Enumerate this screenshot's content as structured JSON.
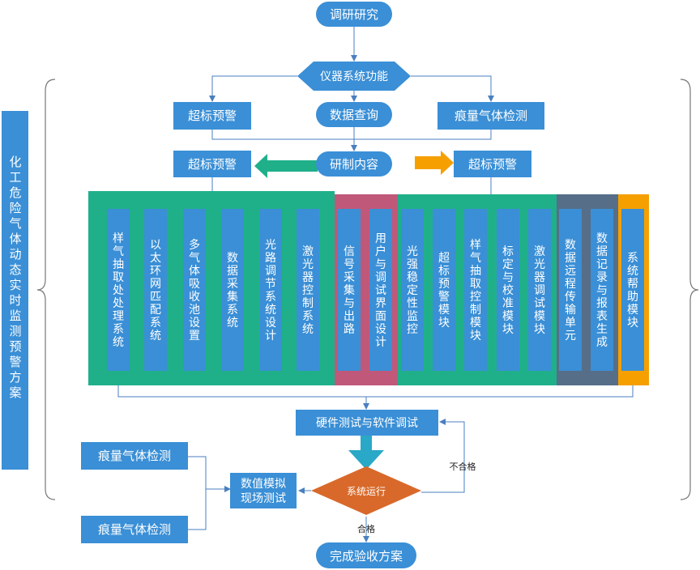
{
  "side_title": "化工危险气体动态实时监测预警方案",
  "top": {
    "research": "调研研究",
    "functions": "仪器系统功能",
    "left_box": "超标预警",
    "center_box": "数据查询",
    "right_box": "痕量气体检测",
    "dev_left": "超标预警",
    "dev_center": "研制内容",
    "dev_right": "超标预警"
  },
  "modules": [
    "样气抽取处处理系统",
    "以太环网匹配系统",
    "多气体吸收池设置",
    "数据采集系统",
    "光路调节系统设计",
    "激光器控制系统",
    "信号采集与出路",
    "用户与调试界面设计",
    "光强稳定性监控",
    "超标预警模块",
    "样气抽取控制模块",
    "标定与校准模块",
    "激光器调试模块",
    "数据远程传输单元",
    "数据记录与报表生成",
    "系统帮助模块"
  ],
  "bottom": {
    "test": "硬件测试与软件调试",
    "run": "系统运行",
    "fail": "不合格",
    "pass": "合格",
    "sim": "数值模拟现场测试",
    "trace1": "痕量气体检测",
    "trace2": "痕量气体检测",
    "finish": "完成验收方案"
  },
  "colors": {
    "box": "#3a8fd6",
    "green": "#1fb08a",
    "pink": "#c0587a",
    "slate": "#566e88",
    "orange": "#f5a000",
    "diamond": "#d9692a",
    "teal_arrow": "#2aa8c8",
    "line": "#4a7fc0"
  }
}
